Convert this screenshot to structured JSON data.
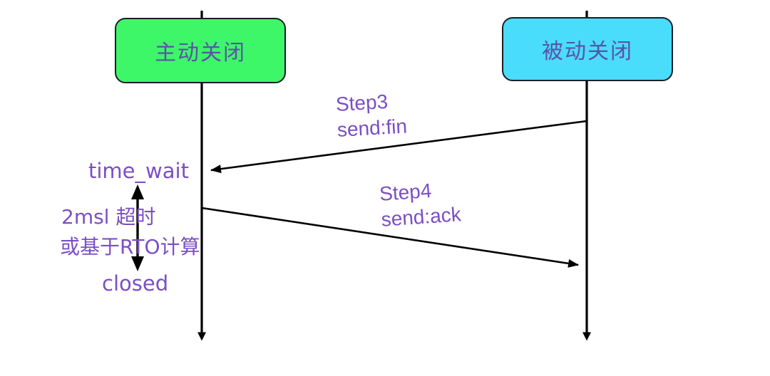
{
  "diagram": {
    "type": "sequence-diagram",
    "background_color": "#ffffff",
    "accent_text_color": "#7b4fc4",
    "line_color": "#000000"
  },
  "actors": [
    {
      "id": "active-close",
      "label": "主动关闭",
      "fill_color": "#3df768",
      "border_color": "#1d1d28",
      "text_color": "#5b52a8"
    },
    {
      "id": "passive-close",
      "label": "被动关闭",
      "fill_color": "#4adcfb",
      "border_color": "#1d1d28",
      "text_color": "#5b52a8"
    }
  ],
  "messages": [
    {
      "id": "step3",
      "title": "Step3",
      "detail": "send:fin",
      "direction": "right-to-left",
      "color": "#7b4fc4"
    },
    {
      "id": "step4",
      "title": "Step4",
      "detail": "send:ack",
      "direction": "left-to-right",
      "color": "#7b4fc4"
    }
  ],
  "states": {
    "time_wait": "time_wait",
    "closed": "closed"
  },
  "duration_note": {
    "line1": "2msl 超时",
    "line2": "或基于RTO计算"
  }
}
